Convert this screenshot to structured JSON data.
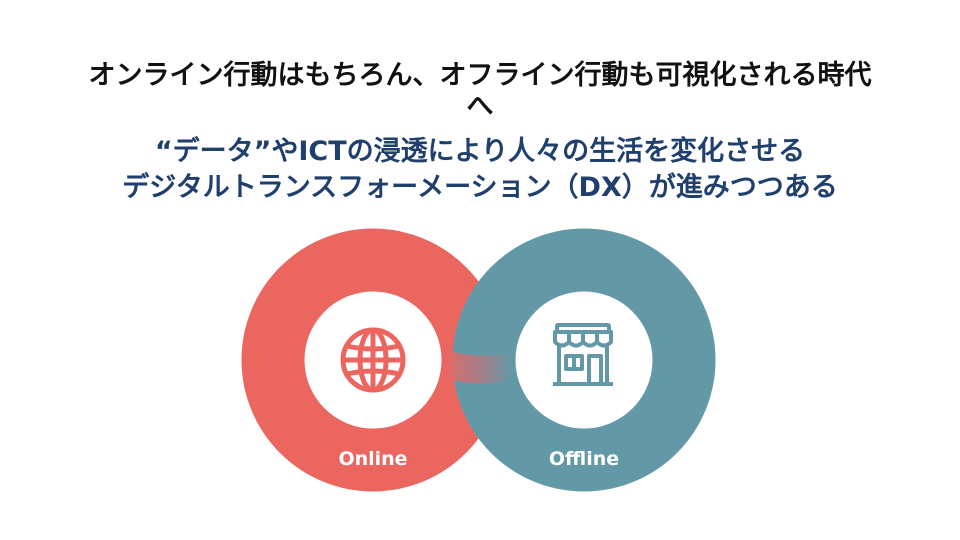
{
  "headline": {
    "line1": "オンライン行動はもちろん、オフライン行動も可視化される時代",
    "line2": "へ",
    "line3": "“データ”やICTの浸透により人々の生活を変化させる",
    "line4": "デジタルトランスフォーメーション（DX）が進みつつある"
  },
  "diagram": {
    "online": {
      "label": "Online",
      "icon": "globe-icon",
      "color": "#ec6660"
    },
    "offline": {
      "label": "Offline",
      "icon": "storefront-icon",
      "color": "#6399a7"
    }
  }
}
